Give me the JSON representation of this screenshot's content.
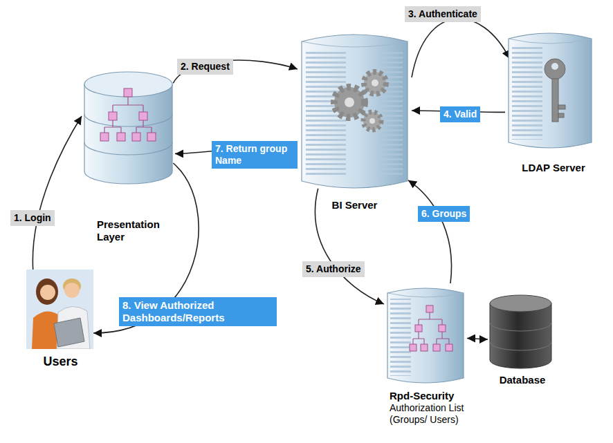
{
  "diagram": {
    "nodes": [
      {
        "text": [
          "Presentation Layer"
        ]
      },
      {
        "text": [
          "BI Server"
        ]
      },
      {
        "text": [
          "LDAP Server"
        ]
      },
      {
        "text": [
          "Users"
        ]
      },
      {
        "text": [
          "Rpd-Security",
          "Authorization List (Groups/ Users)"
        ]
      },
      {
        "text": [
          "Database"
        ]
      }
    ],
    "edges": [
      {
        "from": 3,
        "to": 0,
        "label": "1. Login",
        "arrow": "to"
      },
      {
        "from": 0,
        "to": 1,
        "label": "2. Request",
        "arrow": "to"
      },
      {
        "from": 1,
        "to": 2,
        "label": "3. Authenticate",
        "arrow": "to"
      },
      {
        "from": 2,
        "to": 1,
        "label": "4. Valid",
        "arrow": "to"
      },
      {
        "from": 1,
        "to": 4,
        "label": "5. Authorize",
        "arrow": "to"
      },
      {
        "from": 4,
        "to": 1,
        "label": "6. Groups",
        "arrow": "to"
      },
      {
        "from": 1,
        "to": 0,
        "label": "7. Return group Name",
        "arrow": "to"
      },
      {
        "from": 0,
        "to": 3,
        "label": "8. View Authorized Dashboards/Reports",
        "arrow": "to"
      },
      {
        "from": 4,
        "to": 5,
        "arrow": "both"
      }
    ]
  }
}
